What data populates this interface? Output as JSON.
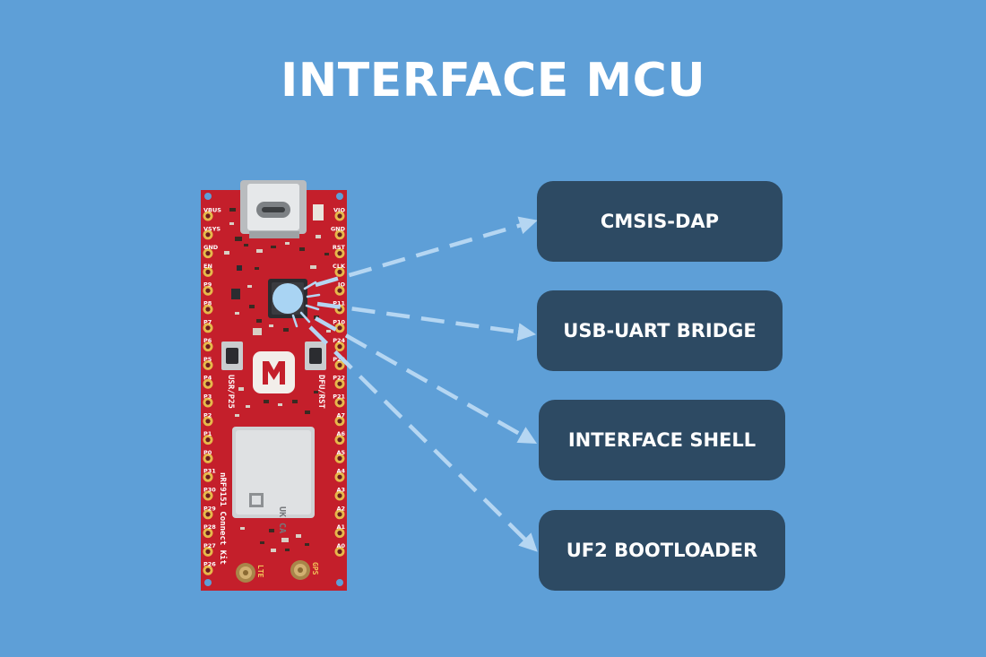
{
  "title": "INTERFACE MCU",
  "features": [
    {
      "label": "CMSIS-DAP"
    },
    {
      "label": "USB-UART BRIDGE"
    },
    {
      "label": "INTERFACE SHELL"
    },
    {
      "label": "UF2 BOOTLOADER"
    }
  ],
  "board": {
    "left_pins": [
      "VBUS",
      "VSYS",
      "GND",
      "EN",
      "P9",
      "P8",
      "P7",
      "P6",
      "P5",
      "P4",
      "P3",
      "P2",
      "P1",
      "P0",
      "P31",
      "P30",
      "P29",
      "P28",
      "P27",
      "P26"
    ],
    "right_pins": [
      "VIO",
      "GND",
      "RST",
      "CLK",
      "IO",
      "P11",
      "P10",
      "P24",
      "P23",
      "P22",
      "P21",
      "A7",
      "A6",
      "A5",
      "A4",
      "A3",
      "A2",
      "A1",
      "A0"
    ],
    "label_usr": "USR/P25",
    "label_dfu": "DFU/RST",
    "label_name": "nRF9151 Connect Kit",
    "label_lte": "LTE",
    "label_gps": "GPS",
    "module_mark": "UK CA"
  },
  "colors": {
    "background": "#5e9fd7",
    "box": "#2d4a63",
    "board": "#c41f2b",
    "arrow": "#b5d6f2"
  }
}
